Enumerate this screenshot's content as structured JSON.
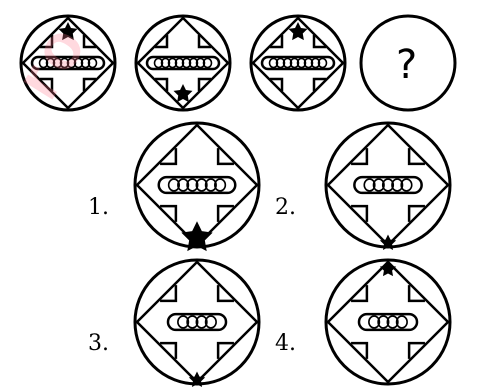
{
  "question_mark": "?",
  "options": [
    {
      "label": "1."
    },
    {
      "label": "2."
    },
    {
      "label": "3."
    },
    {
      "label": "4."
    }
  ],
  "watermark_text": "ro",
  "colors": {
    "ink": "#000000",
    "watermark": "#ff7a8c"
  }
}
